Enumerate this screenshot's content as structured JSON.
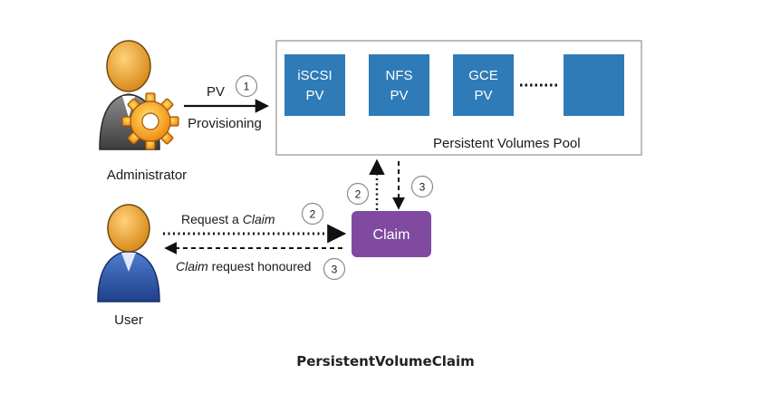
{
  "diagram": {
    "pool": {
      "label": "Persistent Volumes Pool",
      "volumes": [
        {
          "line1": "iSCSI",
          "line2": "PV"
        },
        {
          "line1": "NFS",
          "line2": "PV"
        },
        {
          "line1": "GCE",
          "line2": "PV"
        },
        {
          "line1": "",
          "line2": ""
        }
      ]
    },
    "admin": {
      "label": "Administrator",
      "arrow_label_top": "PV",
      "arrow_label_bottom": "Provisioning",
      "step": "1"
    },
    "user": {
      "label": "User",
      "request_prefix": "Request a ",
      "request_italic": "Claim",
      "request_step": "2",
      "honoured_italic": "Claim",
      "honoured_suffix": " request honoured",
      "honoured_step": "3"
    },
    "claim": {
      "label": "Claim",
      "step_up": "2",
      "step_down": "3"
    },
    "colors": {
      "pv_box": "#2e7bb8",
      "claim_box": "#7f4aa0",
      "pool_border": "#a8a8a8"
    }
  },
  "caption": "PersistentVolumeClaim"
}
